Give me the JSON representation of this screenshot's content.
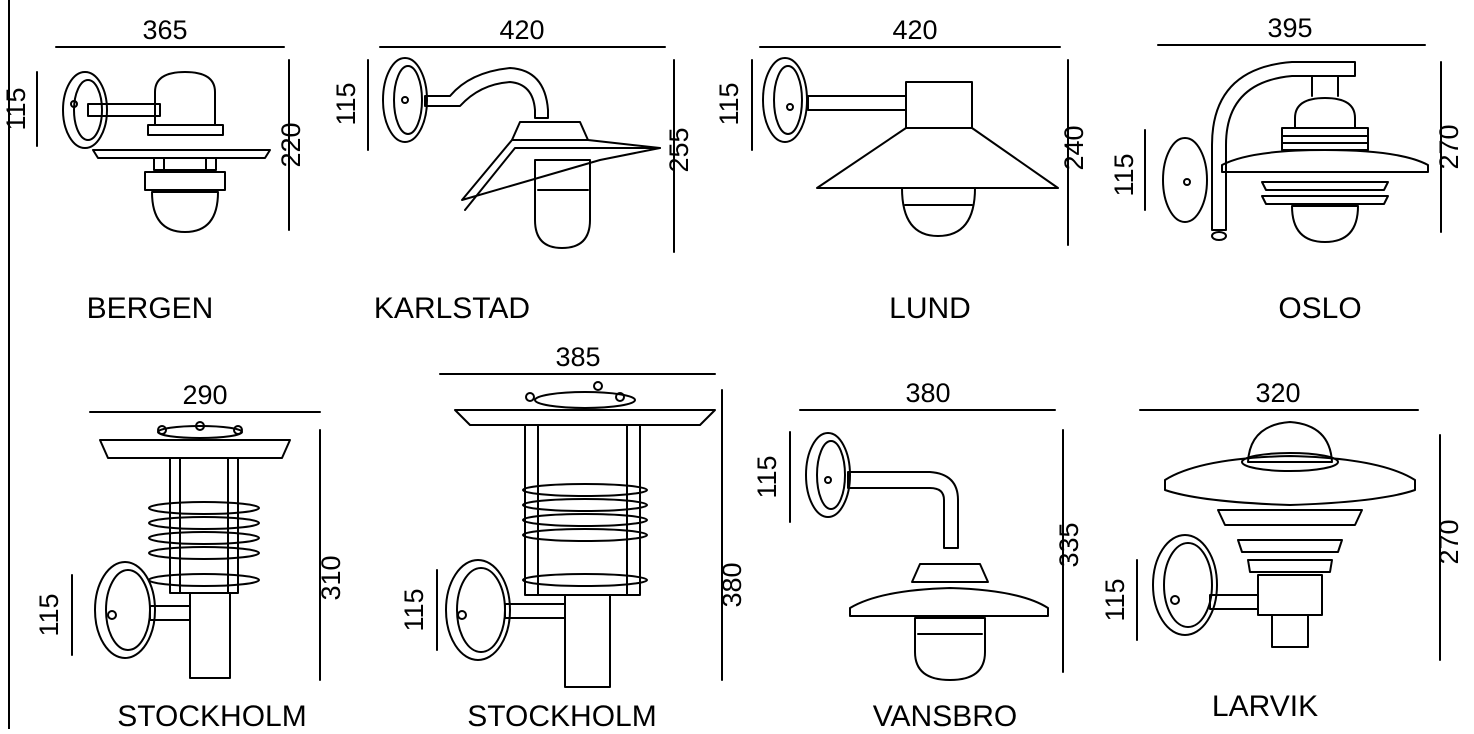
{
  "lamps": [
    {
      "name": "BERGEN",
      "width": "365",
      "height": "220",
      "mount": "115"
    },
    {
      "name": "KARLSTAD",
      "width": "420",
      "height": "255",
      "mount": "115"
    },
    {
      "name": "LUND",
      "width": "420",
      "height": "240",
      "mount": "115"
    },
    {
      "name": "OSLO",
      "width": "395",
      "height": "270",
      "mount": "115"
    },
    {
      "name": "STOCKHOLM",
      "width": "290",
      "height": "310",
      "mount": "115"
    },
    {
      "name": "STOCKHOLM",
      "width": "385",
      "height": "380",
      "mount": "115"
    },
    {
      "name": "VANSBRO",
      "width": "380",
      "height": "335",
      "mount": "115"
    },
    {
      "name": "LARVIK",
      "width": "320",
      "height": "270",
      "mount": "115"
    }
  ],
  "style": {
    "line_color": "#000000",
    "background": "#ffffff"
  }
}
